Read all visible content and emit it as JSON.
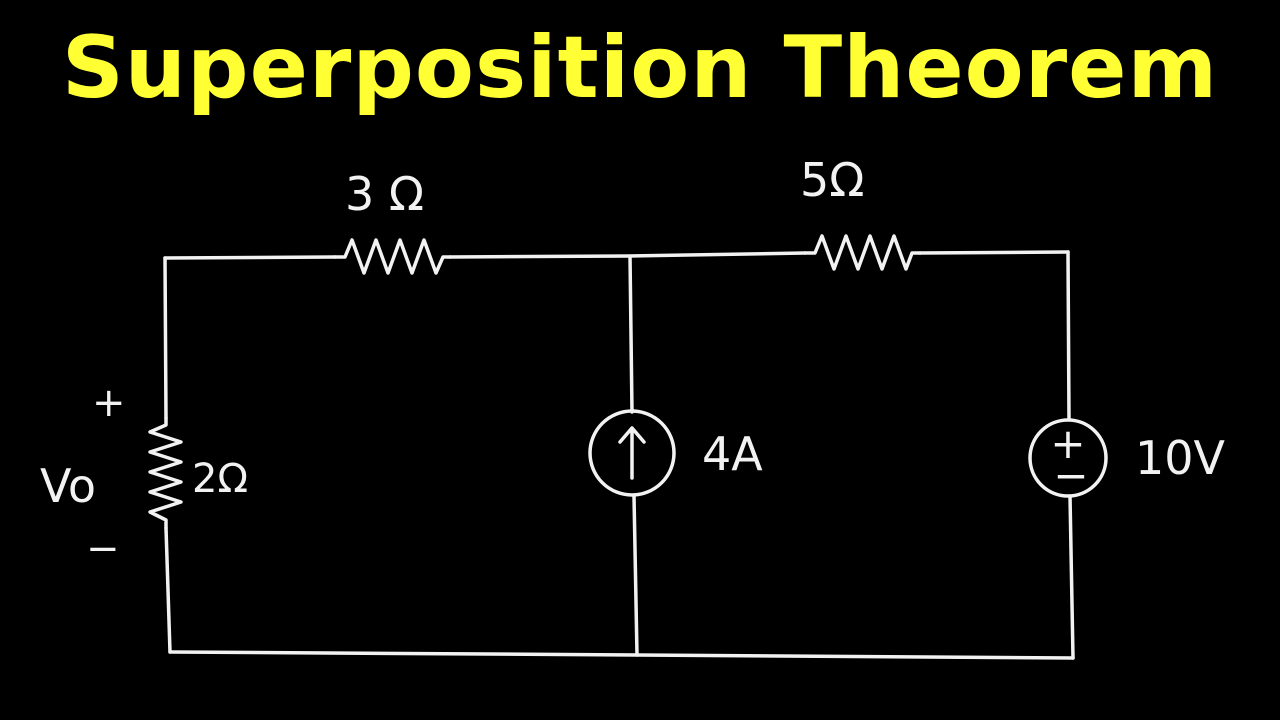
{
  "title": "Superposition Theorem",
  "colors": {
    "background": "#000000",
    "title": "#ffff33",
    "lines": "#f2f2f2"
  },
  "circuit": {
    "resistor_top_left": {
      "label": "3 Ω"
    },
    "resistor_top_right": {
      "label": "5Ω"
    },
    "resistor_left": {
      "label": "2Ω"
    },
    "current_source": {
      "label": "4A",
      "symbol": "↑"
    },
    "voltage_source": {
      "label": "10V",
      "plus": "+",
      "minus": "−"
    },
    "output": {
      "label": "Vo",
      "plus": "+",
      "minus": "−"
    }
  }
}
